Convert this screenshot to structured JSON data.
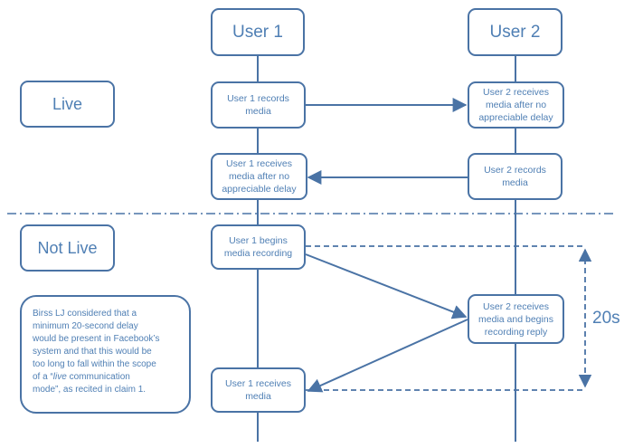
{
  "actors": {
    "user1": "User 1",
    "user2": "User 2"
  },
  "states": {
    "live": "Live",
    "not_live": "Not Live"
  },
  "steps": {
    "u1_records": "User 1 records media",
    "u2_receives_live": "User 2 receives media after no appreciable delay",
    "u1_receives_live": "User 1 receives media after no appreciable delay",
    "u2_records": "User 2 records media",
    "u1_begins": "User 1 begins media recording",
    "u2_receives_reply": "User 2 receives media and begins recording reply",
    "u1_receives": "User 1 receives media"
  },
  "delay_label": "20s",
  "note": {
    "line1": "Birss LJ considered that a",
    "line2": "minimum 20-second delay",
    "line3": "would be present in Facebook’s",
    "line4": "system and that this would be",
    "line5": "too long to fall within the scope",
    "line6_pre": "of a “",
    "line6_em": "live",
    "line6_post": " communication",
    "line7": "mode”, as recited in claim 1."
  },
  "colors": {
    "line": "#4a73a5",
    "text": "#4f7fb4",
    "background": "#ffffff"
  }
}
